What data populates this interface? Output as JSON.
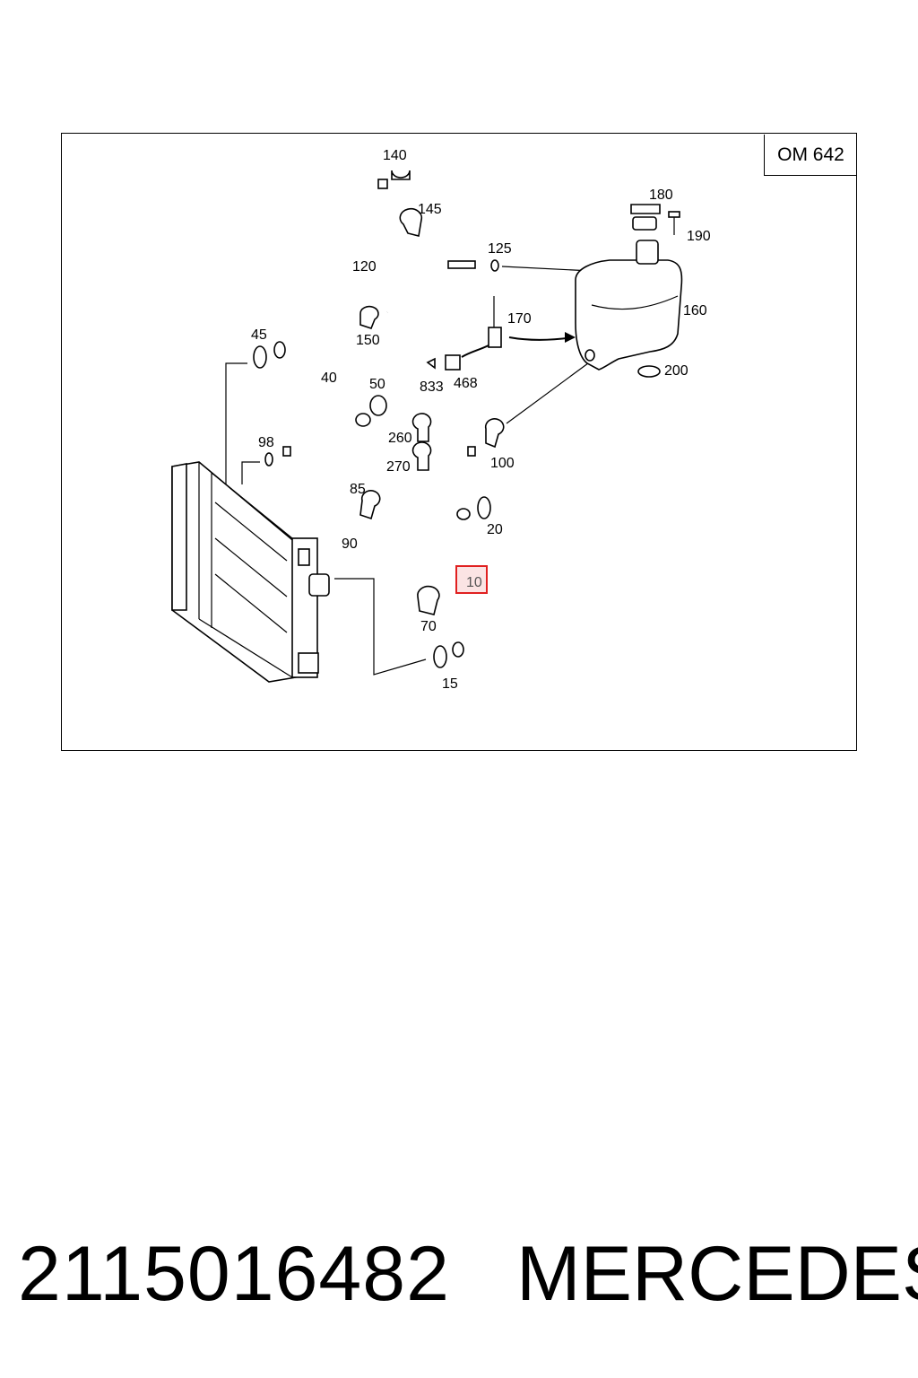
{
  "engine": "OM 642",
  "callouts": {
    "p10": "10",
    "p15": "15",
    "p20": "20",
    "p40": "40",
    "p45": "45",
    "p50": "50",
    "p70": "70",
    "p85": "85",
    "p90": "90",
    "p98": "98",
    "p100": "100",
    "p120": "120",
    "p125": "125",
    "p140": "140",
    "p145": "145",
    "p150": "150",
    "p160": "160",
    "p170": "170",
    "p180": "180",
    "p190": "190",
    "p200": "200",
    "p260": "260",
    "p270": "270",
    "p468": "468",
    "p833": "833"
  },
  "highlight_color": "#e02020",
  "footer": {
    "part_number": "2115016482",
    "brand": "MERCEDES"
  }
}
